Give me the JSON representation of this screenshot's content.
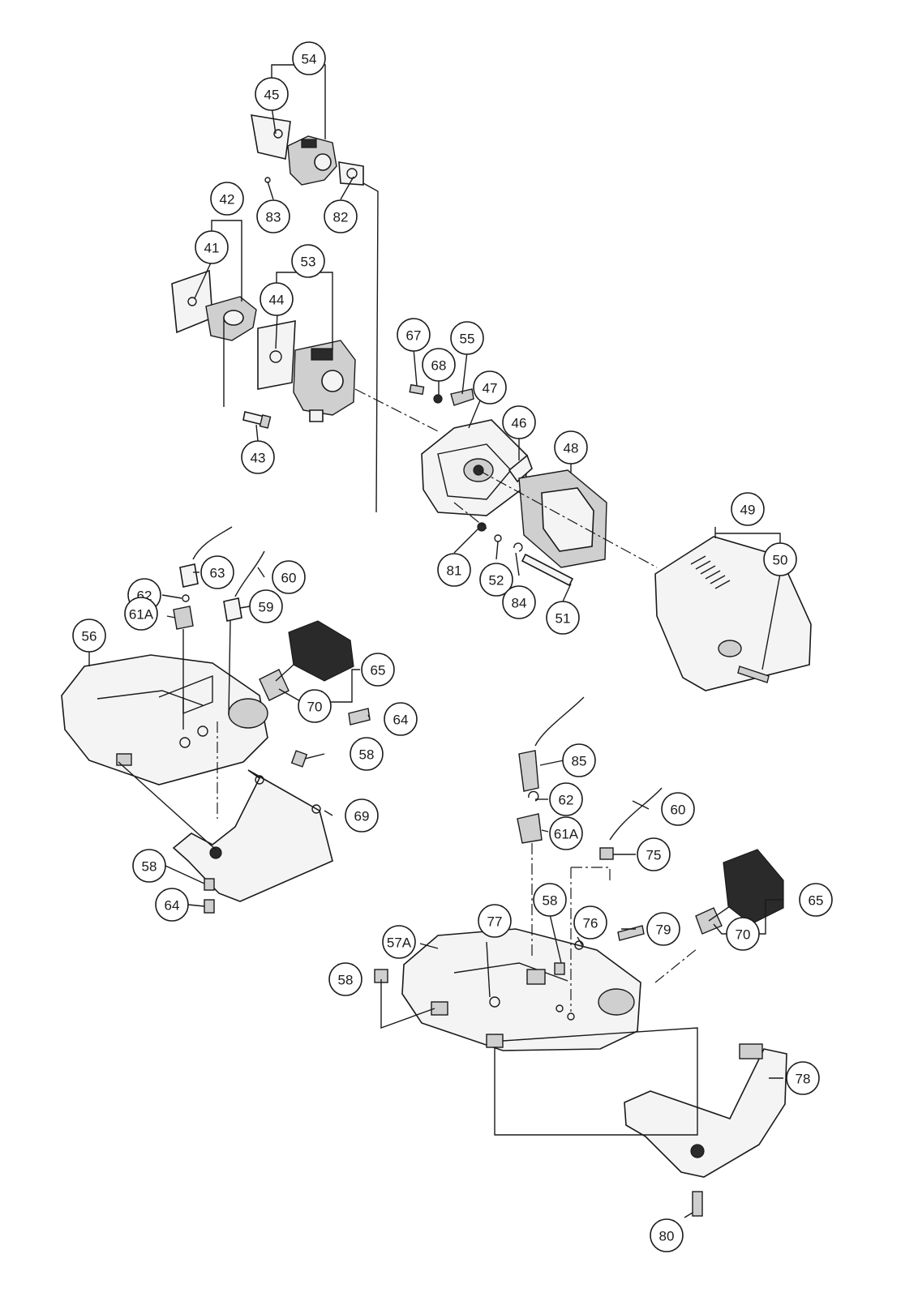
{
  "callouts": [
    {
      "id": "p54",
      "label": "54"
    },
    {
      "id": "p45",
      "label": "45"
    },
    {
      "id": "p83",
      "label": "83"
    },
    {
      "id": "p82",
      "label": "82"
    },
    {
      "id": "p42",
      "label": "42"
    },
    {
      "id": "p41",
      "label": "41"
    },
    {
      "id": "p53",
      "label": "53"
    },
    {
      "id": "p44",
      "label": "44"
    },
    {
      "id": "p43",
      "label": "43"
    },
    {
      "id": "p67",
      "label": "67"
    },
    {
      "id": "p68",
      "label": "68"
    },
    {
      "id": "p55",
      "label": "55"
    },
    {
      "id": "p47",
      "label": "47"
    },
    {
      "id": "p46",
      "label": "46"
    },
    {
      "id": "p48",
      "label": "48"
    },
    {
      "id": "p49",
      "label": "49"
    },
    {
      "id": "p50",
      "label": "50"
    },
    {
      "id": "p81",
      "label": "81"
    },
    {
      "id": "p52",
      "label": "52"
    },
    {
      "id": "p84",
      "label": "84"
    },
    {
      "id": "p51",
      "label": "51"
    },
    {
      "id": "p63",
      "label": "63"
    },
    {
      "id": "p60a",
      "label": "60"
    },
    {
      "id": "p62a",
      "label": "62"
    },
    {
      "id": "p59",
      "label": "59"
    },
    {
      "id": "p61Aa",
      "label": "61A"
    },
    {
      "id": "p56",
      "label": "56"
    },
    {
      "id": "p65a",
      "label": "65"
    },
    {
      "id": "p70a",
      "label": "70"
    },
    {
      "id": "p64a",
      "label": "64"
    },
    {
      "id": "p58a",
      "label": "58"
    },
    {
      "id": "p69",
      "label": "69"
    },
    {
      "id": "p58b",
      "label": "58"
    },
    {
      "id": "p64b",
      "label": "64"
    },
    {
      "id": "p85",
      "label": "85"
    },
    {
      "id": "p62b",
      "label": "62"
    },
    {
      "id": "p60b",
      "label": "60"
    },
    {
      "id": "p61Ab",
      "label": "61A"
    },
    {
      "id": "p75",
      "label": "75"
    },
    {
      "id": "p58c",
      "label": "58"
    },
    {
      "id": "p77",
      "label": "77"
    },
    {
      "id": "p76",
      "label": "76"
    },
    {
      "id": "p79",
      "label": "79"
    },
    {
      "id": "p65b",
      "label": "65"
    },
    {
      "id": "p70b",
      "label": "70"
    },
    {
      "id": "p57A",
      "label": "57A"
    },
    {
      "id": "p58d",
      "label": "58"
    },
    {
      "id": "p78",
      "label": "78"
    },
    {
      "id": "p80",
      "label": "80"
    }
  ]
}
